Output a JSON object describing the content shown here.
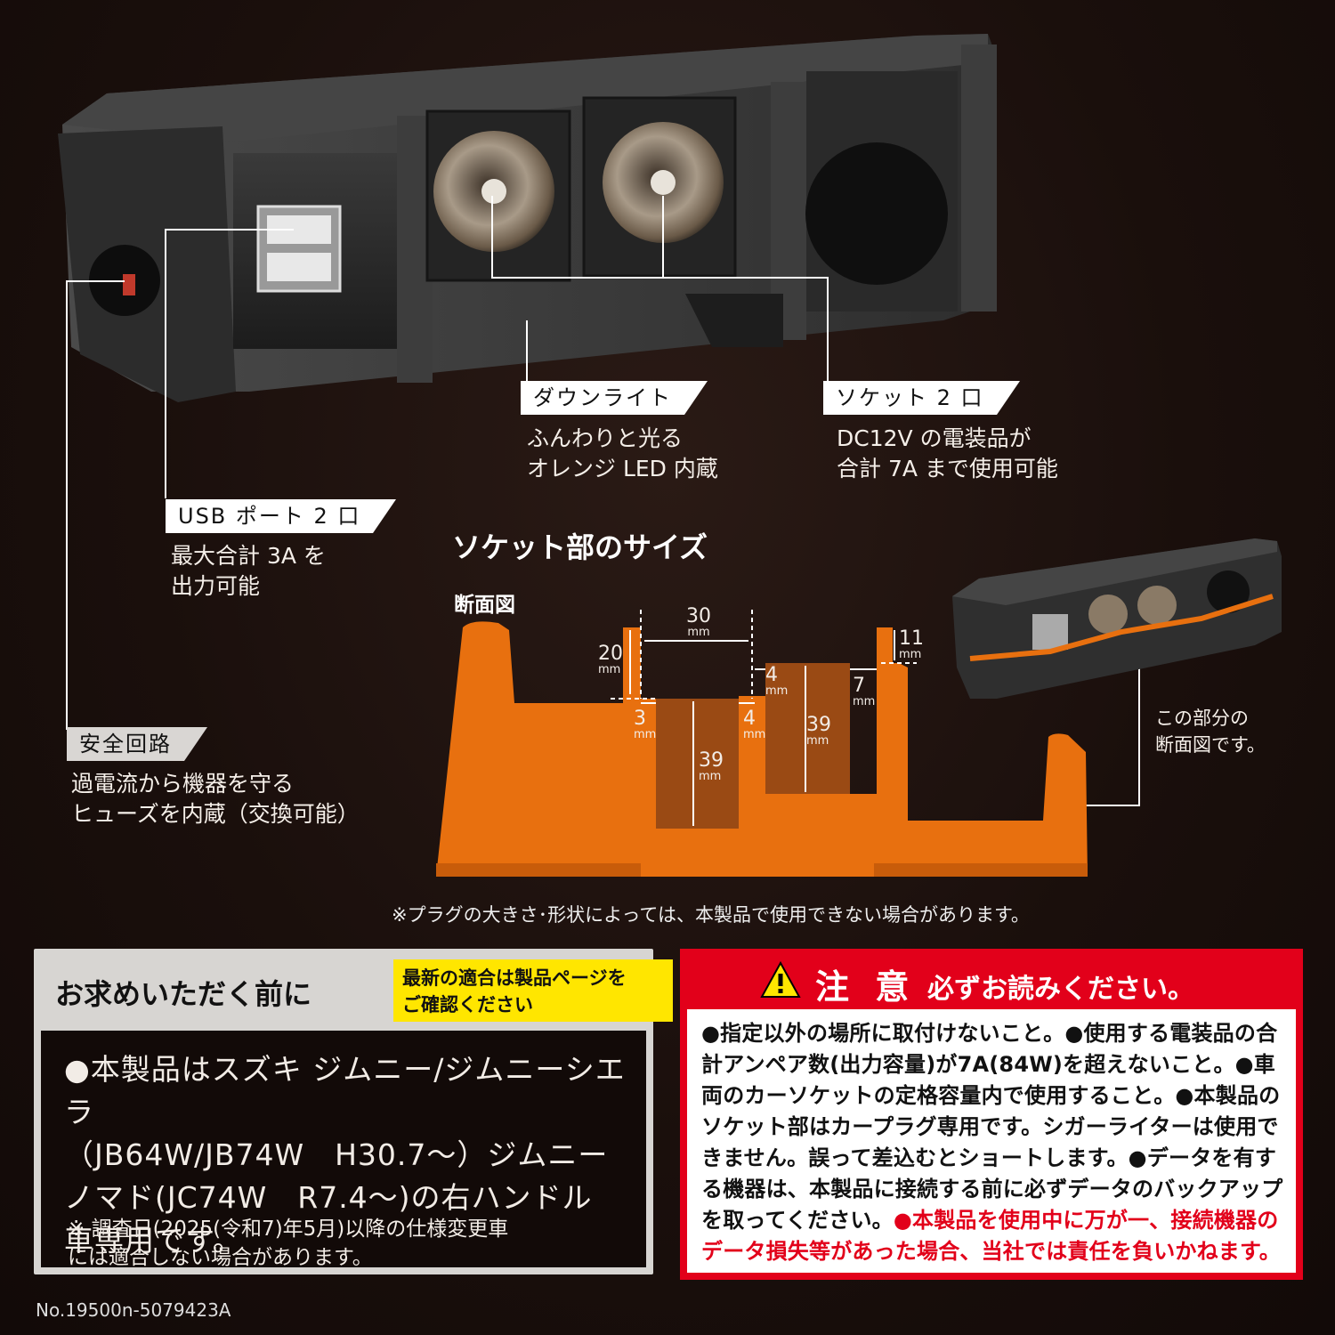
{
  "callouts": {
    "downlight": {
      "label": "ダウンライト",
      "desc_line1": "ふんわりと光る",
      "desc_line2": "オレンジ LED 内蔵"
    },
    "socket": {
      "label": "ソケット 2 口",
      "desc_line1": "DC12V の電装品が",
      "desc_line2": "合計 7A まで使用可能"
    },
    "usb": {
      "label": "USB ポート 2 口",
      "desc_line1": "最大合計 3A を",
      "desc_line2": "出力可能"
    },
    "safety": {
      "label": "安全回路",
      "desc_line1": "過電流から機器を守る",
      "desc_line2": "ヒューズを内蔵（交換可能）"
    }
  },
  "socket_size": {
    "title": "ソケット部のサイズ",
    "section_label": "断面図",
    "dimensions": {
      "d30": "30",
      "d20": "20",
      "d11": "11",
      "d4a": "4",
      "d7": "7",
      "d3": "3",
      "d4b": "4",
      "d39a": "39",
      "d39b": "39",
      "unit": "mm"
    },
    "inset_caption_line1": "この部分の",
    "inset_caption_line2": "断面図です。",
    "plug_note": "※プラグの大きさ･形状によっては、本製品で使用できない場合があります。"
  },
  "before_purchase": {
    "title": "お求めいただく前に",
    "badge_line1": "最新の適合は製品ページを",
    "badge_line2": "ご確認ください",
    "main_line1": "●本製品はスズキ ジムニー/ジムニーシエラ",
    "main_line2": "（JB64W/JB74W　H30.7～）ジムニー",
    "main_line3": "ノマド(JC74W　R7.4～)の右ハンドル",
    "main_line4": "車専用です。",
    "note_line1": "※ 調査日(2025(令和7)年5月)以降の仕様変更車",
    "note_line2": "には適合しない場合があります。"
  },
  "caution": {
    "title": "注 意",
    "subtitle": "必ずお読みください。",
    "text_black": "●指定以外の場所に取付けないこと。●使用する電装品の合計アンペア数(出力容量)が7A(84W)を超えないこと。●車両のカーソケットの定格容量内で使用すること。●本製品のソケット部はカープラグ専用です。シガーライターは使用できません。誤って差込むとショートします。●データを有する機器は、本製品に接続する前に必ずデータのバックアップを取ってください。",
    "text_red": "●本製品を使用中に万が一、接続機器のデータ損失等があった場合、当社では責任を負いかねます。"
  },
  "model_number": "No.19500n-5079423A",
  "colors": {
    "accent_orange": "#e8700f",
    "caution_red": "#e2001a",
    "badge_yellow": "#ffe600"
  }
}
